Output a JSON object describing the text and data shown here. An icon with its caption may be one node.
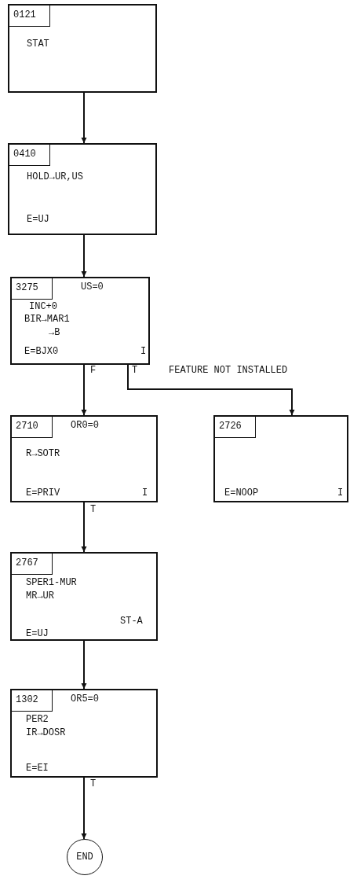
{
  "diagram": {
    "nodes": [
      {
        "text": [
          "STAT"
        ]
      },
      {
        "text": [
          "0121"
        ],
        "in": 0
      },
      {
        "text": [
          "HOLD→UR,US",
          "E=UJ"
        ]
      },
      {
        "text": [
          "0410"
        ],
        "in": 2
      },
      {
        "text": [
          "US=0",
          "INC+0",
          "BIR→MAR1",
          "→B",
          "E=BJX0",
          "I"
        ]
      },
      {
        "text": [
          "3275"
        ],
        "in": 4
      },
      {
        "text": [
          "OR0=0",
          "R→SOTR",
          "E=PRIV",
          "I"
        ]
      },
      {
        "text": [
          "2710"
        ],
        "in": 6
      },
      {
        "text": [
          "E=NOOP",
          "I"
        ]
      },
      {
        "text": [
          "2726"
        ],
        "in": 8
      },
      {
        "text": [
          "SPER1-MUR",
          "MR→UR",
          "ST-A",
          "E=UJ"
        ]
      },
      {
        "text": [
          "2767"
        ],
        "in": 10
      },
      {
        "text": [
          "OR5=0",
          "PER2",
          "IR→DOSR",
          "E=EI"
        ]
      },
      {
        "text": [
          "1302"
        ],
        "in": 12
      },
      {
        "text": [
          "END"
        ]
      }
    ],
    "edges": [
      {
        "from": 0,
        "to": 2,
        "arrow": "to"
      },
      {
        "from": 2,
        "to": 4,
        "arrow": "to"
      },
      {
        "from": 4,
        "to": 6,
        "arrow": "to",
        "label": "F"
      },
      {
        "from": 4,
        "to": 8,
        "arrow": "to",
        "label": "T"
      },
      {
        "from": 6,
        "to": 10,
        "arrow": "to",
        "label": "T"
      },
      {
        "from": 10,
        "to": 12,
        "arrow": "to"
      },
      {
        "from": 12,
        "to": 14,
        "arrow": "to",
        "label": "T"
      }
    ],
    "labels": [
      "FEATURE NOT INSTALLED"
    ]
  }
}
